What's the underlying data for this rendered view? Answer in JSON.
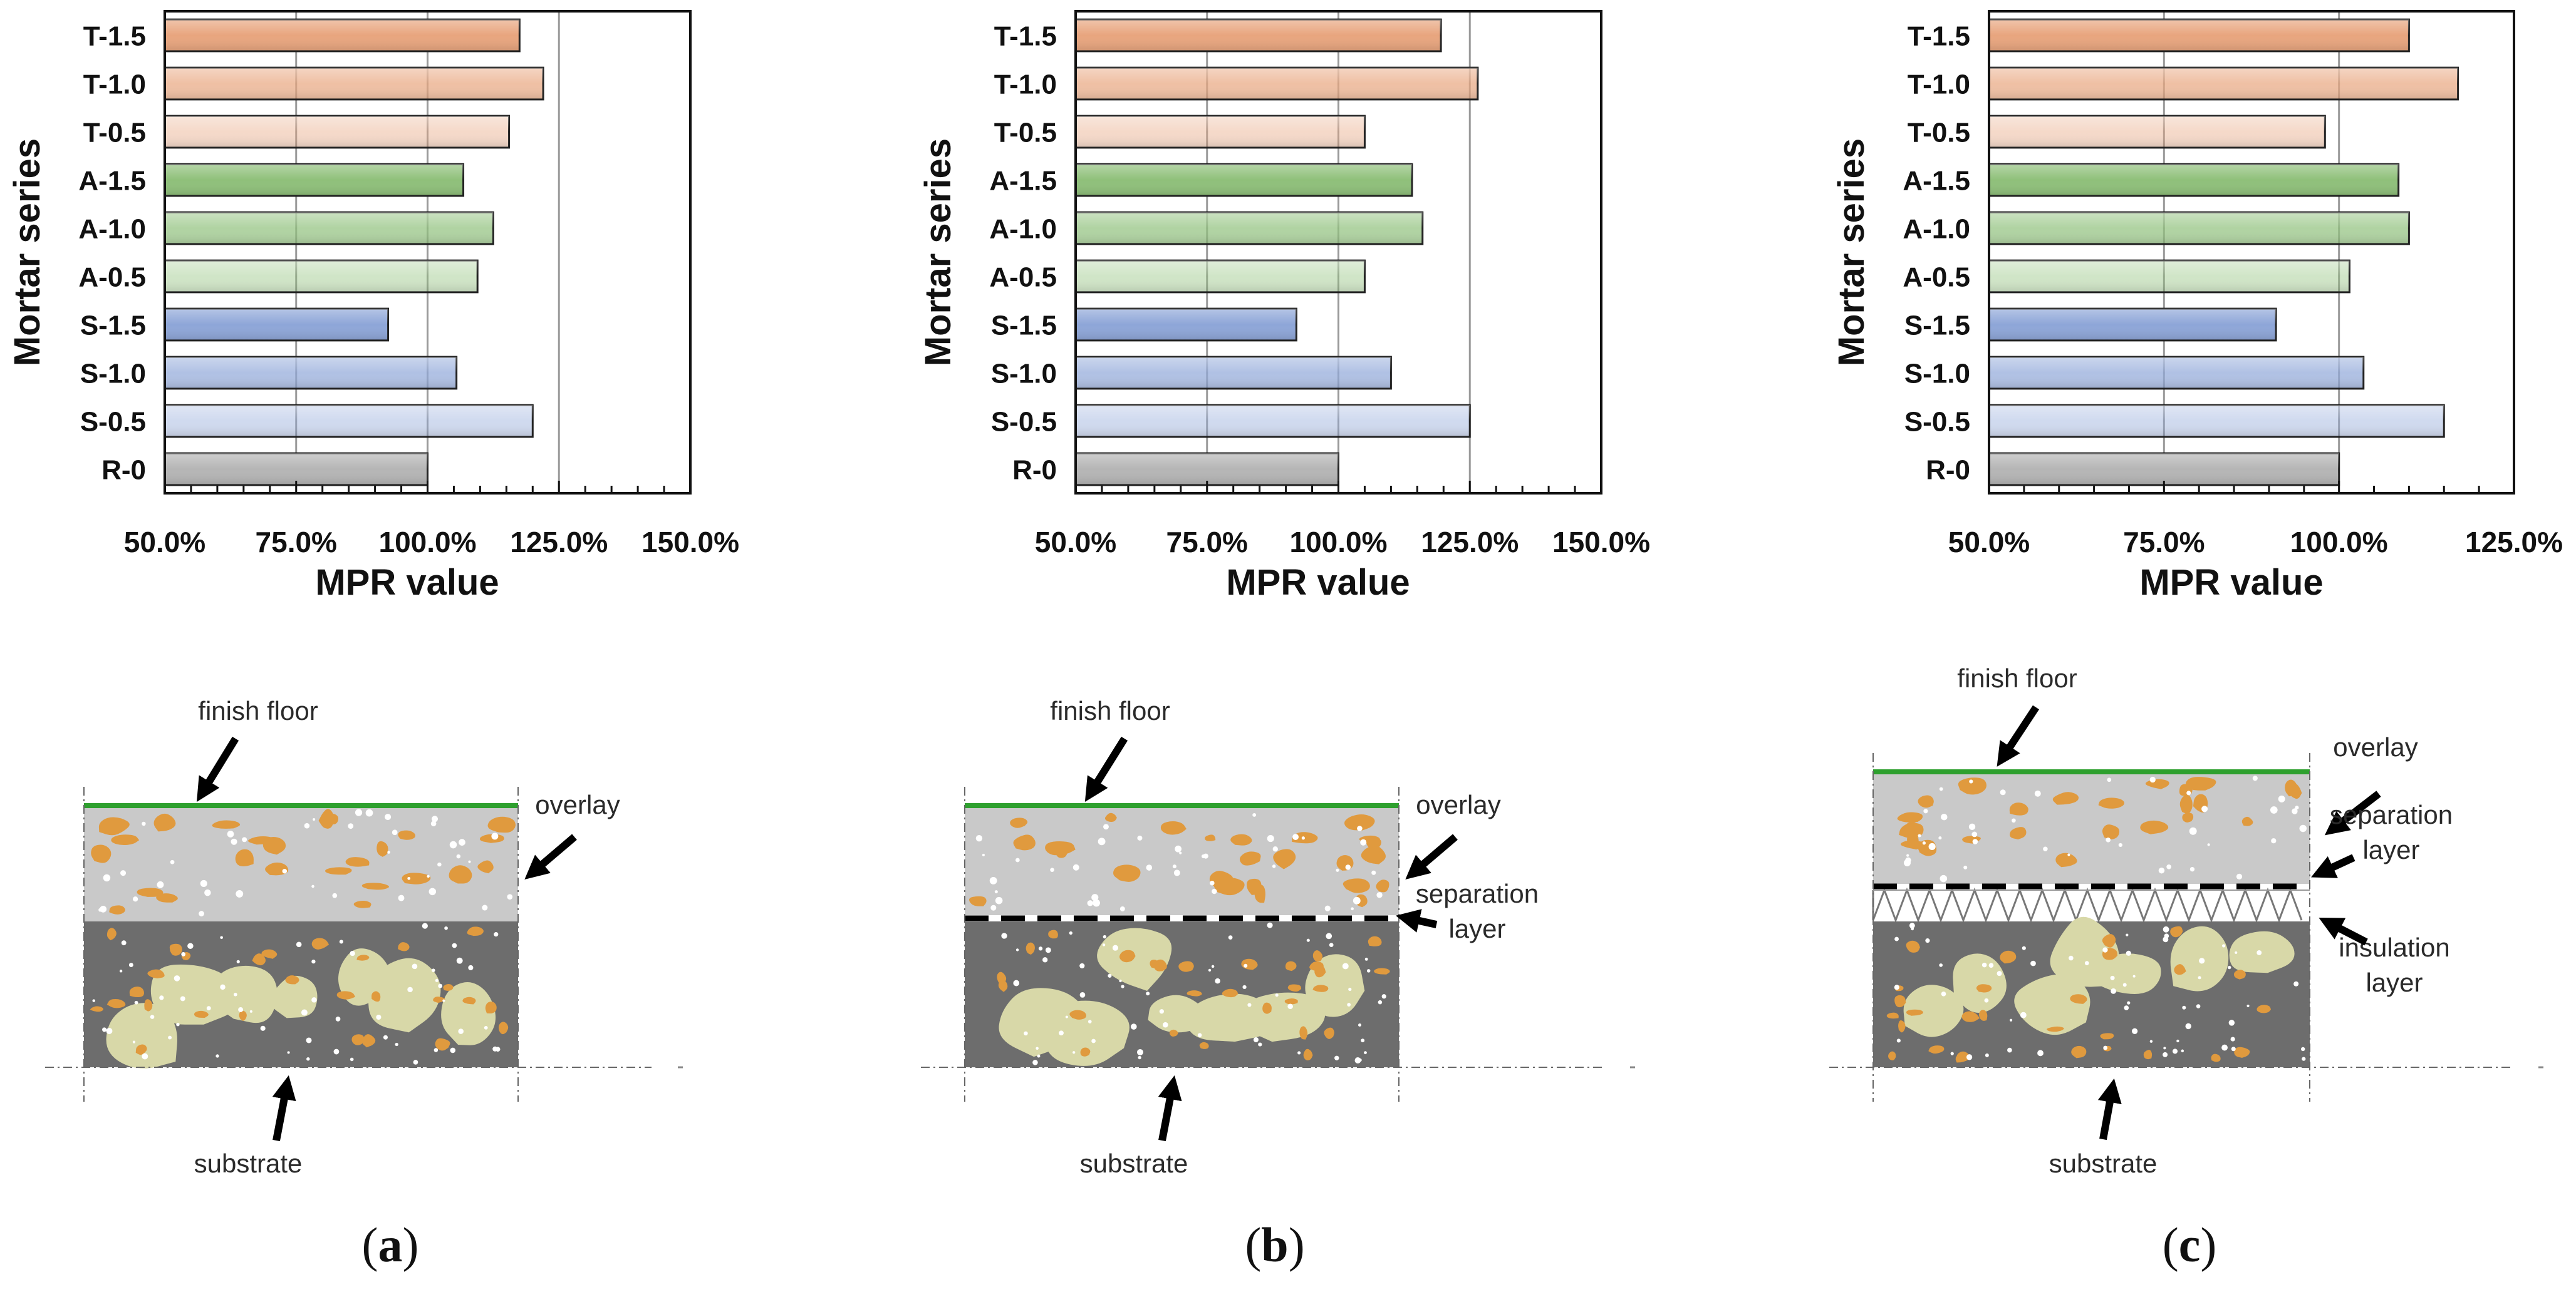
{
  "chart_data": [
    {
      "type": "bar",
      "orientation": "horizontal",
      "panel": "a",
      "categories": [
        "T-1.5",
        "T-1.0",
        "T-0.5",
        "A-1.5",
        "A-1.0",
        "A-0.5",
        "S-1.5",
        "S-1.0",
        "S-0.5",
        "R-0"
      ],
      "values": [
        117.5,
        122,
        115.5,
        106.8,
        112.5,
        109.5,
        92.5,
        105.5,
        120,
        100
      ],
      "xlabel": "MPR value",
      "ylabel": "Mortar series",
      "xlim": [
        50,
        150
      ],
      "xticks": [
        "50.0%",
        "75.0%",
        "100.0%",
        "125.0%",
        "150.0%"
      ],
      "grid": "vertical at 100.0% and 125.0%"
    },
    {
      "type": "bar",
      "orientation": "horizontal",
      "panel": "b",
      "categories": [
        "T-1.5",
        "T-1.0",
        "T-0.5",
        "A-1.5",
        "A-1.0",
        "A-0.5",
        "S-1.5",
        "S-1.0",
        "S-0.5",
        "R-0"
      ],
      "values": [
        119.5,
        126.5,
        105,
        114,
        116,
        105,
        92,
        110,
        125,
        100
      ],
      "xlabel": "MPR value",
      "ylabel": "Mortar series",
      "xlim": [
        50,
        150
      ],
      "xticks": [
        "50.0%",
        "75.0%",
        "100.0%",
        "125.0%",
        "150.0%"
      ],
      "grid": "vertical at 100.0% and 125.0%"
    },
    {
      "type": "bar",
      "orientation": "horizontal",
      "panel": "c",
      "categories": [
        "T-1.5",
        "T-1.0",
        "T-0.5",
        "A-1.5",
        "A-1.0",
        "A-0.5",
        "S-1.5",
        "S-1.0",
        "S-0.5",
        "R-0"
      ],
      "values": [
        110,
        117,
        98,
        108.5,
        110,
        101.5,
        91,
        103.5,
        115,
        100
      ],
      "xlabel": "MPR value",
      "ylabel": "Mortar series",
      "xlim": [
        50,
        125
      ],
      "xticks": [
        "50.0%",
        "75.0%",
        "100.0%",
        "125.0%"
      ],
      "grid": "vertical at 100.0%"
    }
  ],
  "colors": {
    "T": "#e8a57e",
    "A": "#8fc07a",
    "S": "#8ea6d8",
    "R": "#b5b5b5",
    "finish_floor": "#2ea02e",
    "overlay": "#c9c9c9",
    "substrate": "#6d6d6d",
    "aggregate_large": "#d8d8a8",
    "aggregate_small": "#e09a3e"
  },
  "diagrams": [
    {
      "id": "a",
      "finish_floor": "finish floor",
      "overlay": "overlay",
      "substrate": "substrate"
    },
    {
      "id": "b",
      "finish_floor": "finish floor",
      "overlay": "overlay",
      "separation": [
        "separation",
        "layer"
      ],
      "substrate": "substrate"
    },
    {
      "id": "c",
      "finish_floor": "finish floor",
      "overlay": "overlay",
      "separation": [
        "separation",
        "layer"
      ],
      "insulation": [
        "insulation",
        "layer"
      ],
      "substrate": "substrate"
    }
  ],
  "captions": {
    "open": "(",
    "close": ")",
    "letters": [
      "a",
      "b",
      "c"
    ]
  }
}
